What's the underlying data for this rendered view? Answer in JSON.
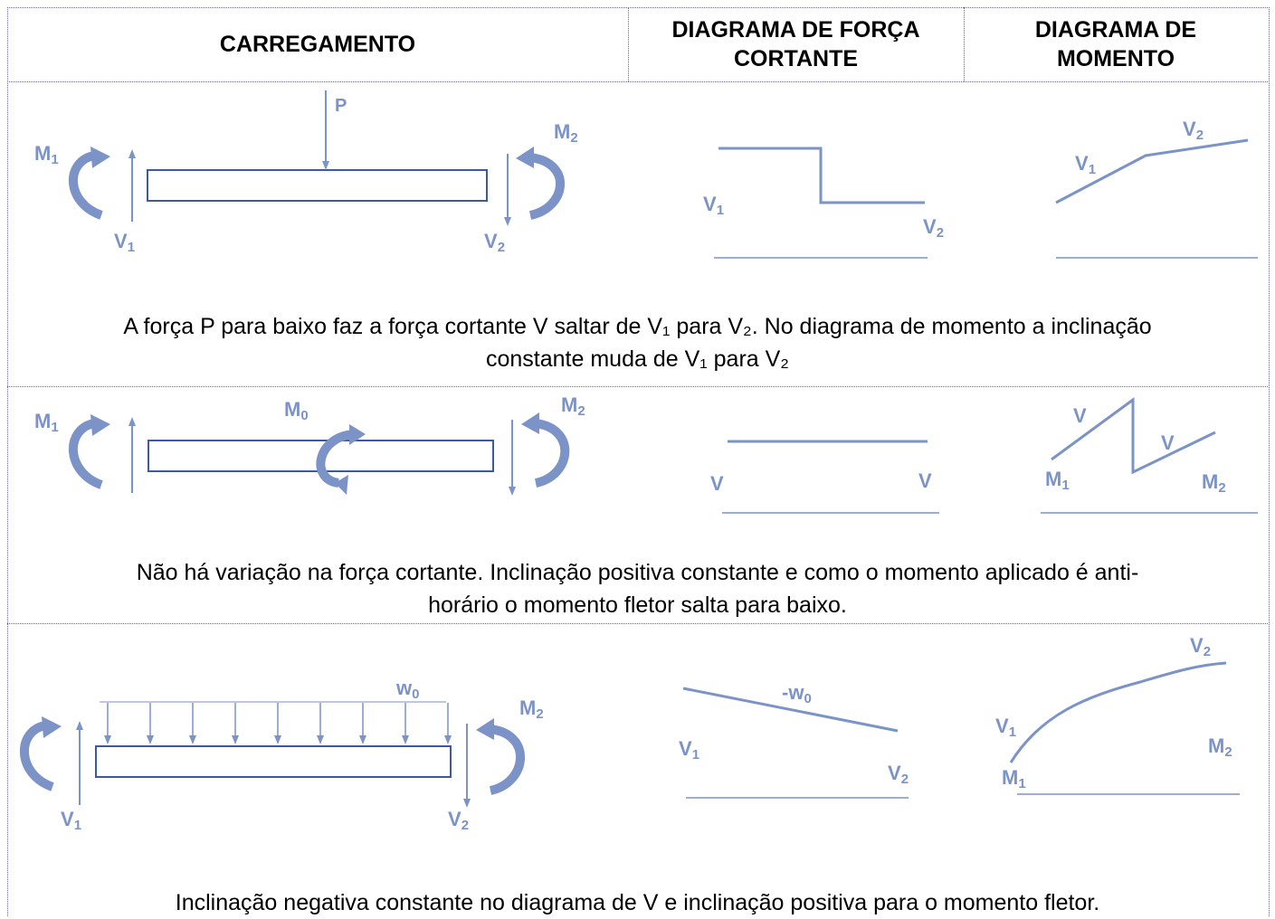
{
  "header": {
    "col1": "CARREGAMENTO",
    "col2_line1": "DIAGRAMA DE FORÇA",
    "col2_line2": "CORTANTE",
    "col3_line1": "DIAGRAMA DE",
    "col3_line2": "MOMENTO"
  },
  "colors": {
    "diagram": "#7b93c6",
    "beam": "#3b5aa0",
    "text": "#000000"
  },
  "rows": [
    {
      "caption_line1": "A força P para baixo faz a força cortante V saltar de V₁ para V₂. No diagrama de momento a inclinação",
      "caption_line2": "constante muda de V₁ para V₂",
      "loading": {
        "M1": "M",
        "M1_sub": "1",
        "P": "P",
        "M2": "M",
        "M2_sub": "2",
        "V1": "V",
        "V1_sub": "1",
        "V2": "V",
        "V2_sub": "2"
      },
      "shear": {
        "V1": "V",
        "V1_sub": "1",
        "V2": "V",
        "V2_sub": "2"
      },
      "moment": {
        "V1": "V",
        "V1_sub": "1",
        "V2": "V",
        "V2_sub": "2"
      }
    },
    {
      "caption_line1": "Não há variação na força cortante. Inclinação positiva constante e como o momento aplicado é anti-",
      "caption_line2": "horário o momento fletor salta para baixo.",
      "loading": {
        "M1": "M",
        "M1_sub": "1",
        "M0": "M",
        "M0_sub": "0",
        "M2": "M",
        "M2_sub": "2"
      },
      "shear": {
        "V_left": "V",
        "V_right": "V"
      },
      "moment": {
        "V_a": "V",
        "V_b": "V",
        "M1": "M",
        "M1_sub": "1",
        "M2": "M",
        "M2_sub": "2"
      }
    },
    {
      "caption_line1": "Inclinação negativa constante no diagrama de V e inclinação positiva para o momento fletor.",
      "loading": {
        "w0": "w",
        "w0_sub": "0",
        "M2": "M",
        "M2_sub": "2",
        "V1": "V",
        "V1_sub": "1",
        "V2": "V",
        "V2_sub": "2"
      },
      "shear": {
        "slope": "-w",
        "slope_sub": "0",
        "V1": "V",
        "V1_sub": "1",
        "V2": "V",
        "V2_sub": "2"
      },
      "moment": {
        "V2": "V",
        "V2_sub": "2",
        "V1": "V",
        "V1_sub": "1",
        "M2": "M",
        "M2_sub": "2",
        "M1": "M",
        "M1_sub": "1"
      }
    }
  ]
}
